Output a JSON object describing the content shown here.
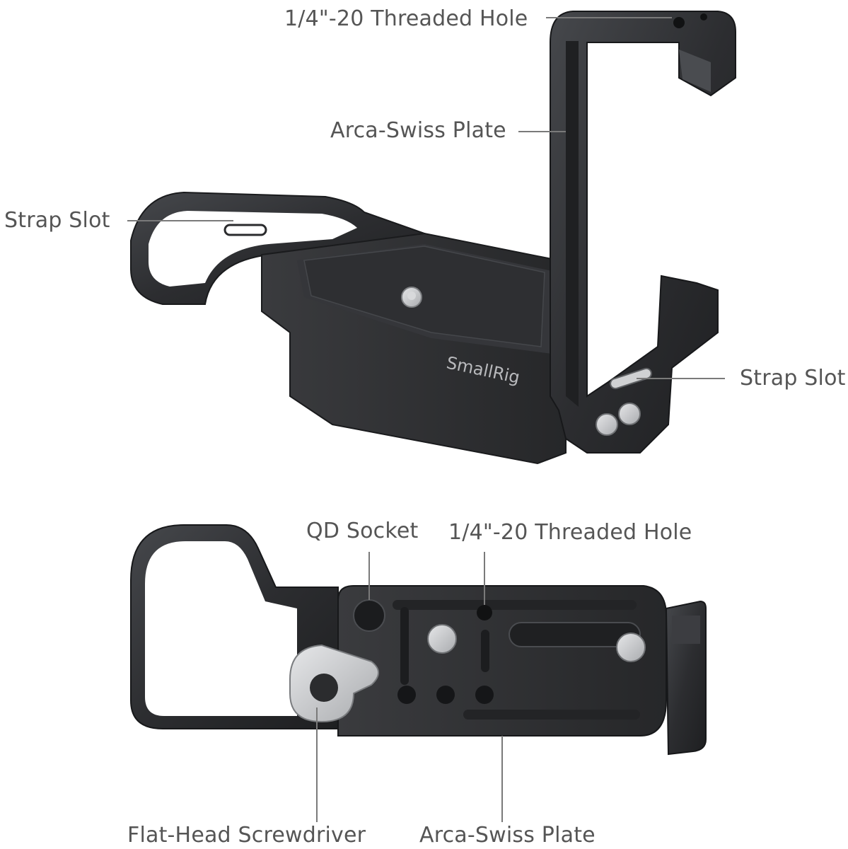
{
  "top_view": {
    "threaded_hole_label": "1/4\"-20 Threaded Hole",
    "arca_plate_label": "Arca-Swiss Plate",
    "strap_slot_left_label": "Strap Slot",
    "strap_slot_right_label": "Strap Slot",
    "brand_engraving": "SmallRig"
  },
  "bottom_view": {
    "qd_socket_label": "QD Socket",
    "threaded_hole_label": "1/4\"-20 Threaded Hole",
    "screwdriver_label": "Flat-Head Screwdriver",
    "arca_plate_label": "Arca-Swiss Plate"
  },
  "colors": {
    "metal_dark": "#2b2c2e",
    "metal_mid": "#3b3c3f",
    "metal_edge": "#55575b",
    "silver": "#c9cacc",
    "leader": "#7a7a7a",
    "label_text": "#555555"
  }
}
